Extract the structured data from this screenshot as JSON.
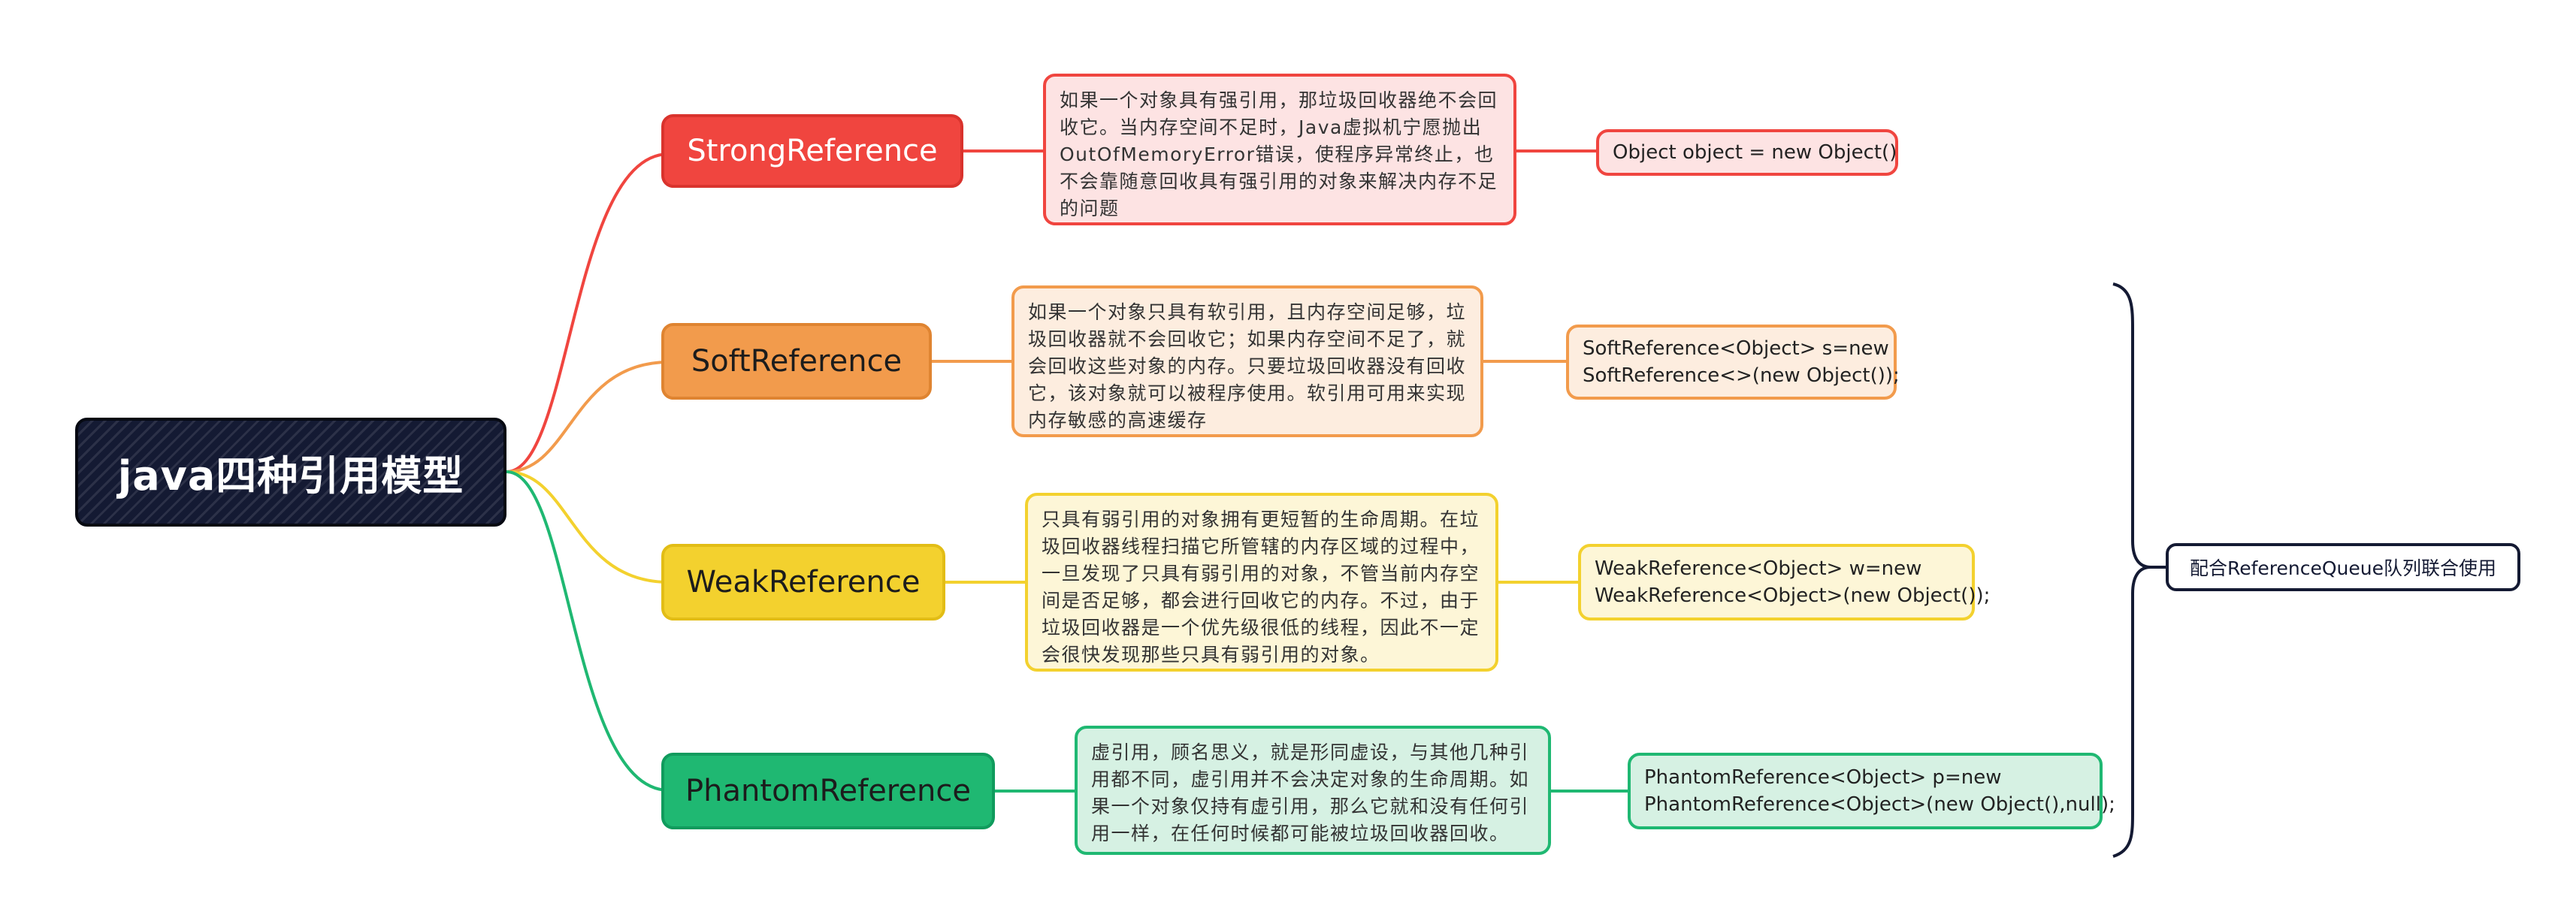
{
  "root": {
    "label": "java四种引用模型"
  },
  "branches": [
    {
      "label": "StrongReference",
      "color": "#f0453f",
      "desc": "如果一个对象具有强引用，那垃圾回收器绝不会回收它。当内存空间不足时，Java虚拟机宁愿抛出OutOfMemoryError错误，使程序异常终止，也不会靠随意回收具有强引用的对象来解决内存不足的问题",
      "code": [
        "Object object = new Object()"
      ]
    },
    {
      "label": "SoftReference",
      "color": "#f29b4c",
      "desc": "如果一个对象只具有软引用，且内存空间足够，垃圾回收器就不会回收它；如果内存空间不足了，就会回收这些对象的内存。只要垃圾回收器没有回收它，该对象就可以被程序使用。软引用可用来实现内存敏感的高速缓存",
      "code": [
        "SoftReference<Object> s=new",
        "SoftReference<>(new Object());"
      ]
    },
    {
      "label": "WeakReference",
      "color": "#f3d12e",
      "desc": "只具有弱引用的对象拥有更短暂的生命周期。在垃圾回收器线程扫描它所管辖的内存区域的过程中，一旦发现了只具有弱引用的对象，不管当前内存空间是否足够，都会进行回收它的内存。不过，由于垃圾回收器是一个优先级很低的线程，因此不一定会很快发现那些只具有弱引用的对象。",
      "code": [
        "WeakReference<Object> w=new",
        "WeakReference<Object>(new Object());"
      ]
    },
    {
      "label": "PhantomReference",
      "color": "#1fb872",
      "desc": "虚引用，顾名思义，就是形同虚设，与其他几种引用都不同，虚引用并不会决定对象的生命周期。如果一个对象仅持有虚引用，那么它就和没有任何引用一样，在任何时候都可能被垃圾回收器回收。",
      "code": [
        "PhantomReference<Object> p=new",
        "PhantomReference<Object>(new Object(),null);"
      ]
    }
  ],
  "summary": {
    "label": "配合ReferenceQueue队列联合使用"
  },
  "colors": {
    "root_bg": "#141a33",
    "strong_fill": "#fde3e3",
    "soft_fill": "#fdeddf",
    "weak_fill": "#fdf6d7",
    "phantom_fill": "#d6f1e3"
  }
}
